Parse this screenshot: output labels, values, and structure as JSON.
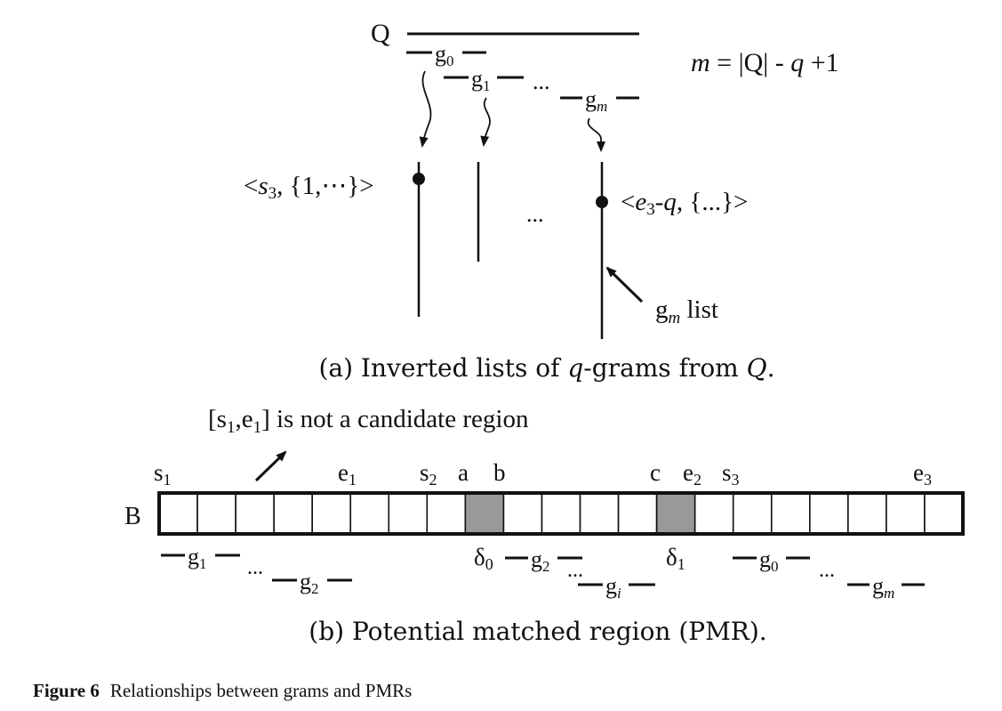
{
  "panel_a": {
    "query_label": "Q",
    "formula": {
      "m": "m",
      "eq": " = |Q| - ",
      "q": "q",
      "tail": " +1"
    },
    "grams": [
      {
        "base": "g",
        "sub": "0"
      },
      {
        "base": "g",
        "sub": "1"
      },
      {
        "base": "g",
        "sub": "m"
      }
    ],
    "ellipsis": "...",
    "list_entry_start": {
      "open": "<",
      "s": "s",
      "sub": "3",
      "rest": ", {1,⋯}>"
    },
    "list_entry_end": {
      "open": "<",
      "e": "e",
      "sub": "3",
      "mid": "-",
      "q": "q",
      "rest": ", {...}>"
    },
    "list_mid_ellipsis": "...",
    "gm_list_label": {
      "base": "g",
      "sub": "m",
      "rest": " list"
    },
    "caption": {
      "prefix": "(a) Inverted lists of ",
      "q": "q",
      "middle": "-grams from ",
      "Q": "Q",
      "end": "."
    }
  },
  "panel_b": {
    "note": {
      "open": "[s",
      "sub1": "1",
      "comma": ",e",
      "sub2": "1",
      "rest": "] is not a candidate region"
    },
    "array_label": "B",
    "cell_count": 21,
    "shaded_cells": [
      8,
      13
    ],
    "top_labels": [
      {
        "base": "s",
        "sub": "1"
      },
      {
        "base": "e",
        "sub": "1"
      },
      {
        "base": "s",
        "sub": "2"
      },
      {
        "base": "a",
        "sub": ""
      },
      {
        "base": "b",
        "sub": ""
      },
      {
        "base": "c",
        "sub": ""
      },
      {
        "base": "e",
        "sub": "2"
      },
      {
        "base": "s",
        "sub": "3"
      },
      {
        "base": "e",
        "sub": "3"
      }
    ],
    "deltas": [
      {
        "base": "δ",
        "sub": "0"
      },
      {
        "base": "δ",
        "sub": "1"
      }
    ],
    "bottom_grams": [
      {
        "base": "g",
        "sub": "1"
      },
      {
        "base": "g",
        "sub": "2"
      },
      {
        "base": "g",
        "sub": "2"
      },
      {
        "base": "g",
        "sub": "i"
      },
      {
        "base": "g",
        "sub": "0"
      },
      {
        "base": "g",
        "sub": "m"
      }
    ],
    "ellipsis": "...",
    "caption": "(b) Potential matched region (PMR)."
  },
  "figure_caption": {
    "label": "Figure 6",
    "text": "Relationships between grams and PMRs"
  }
}
